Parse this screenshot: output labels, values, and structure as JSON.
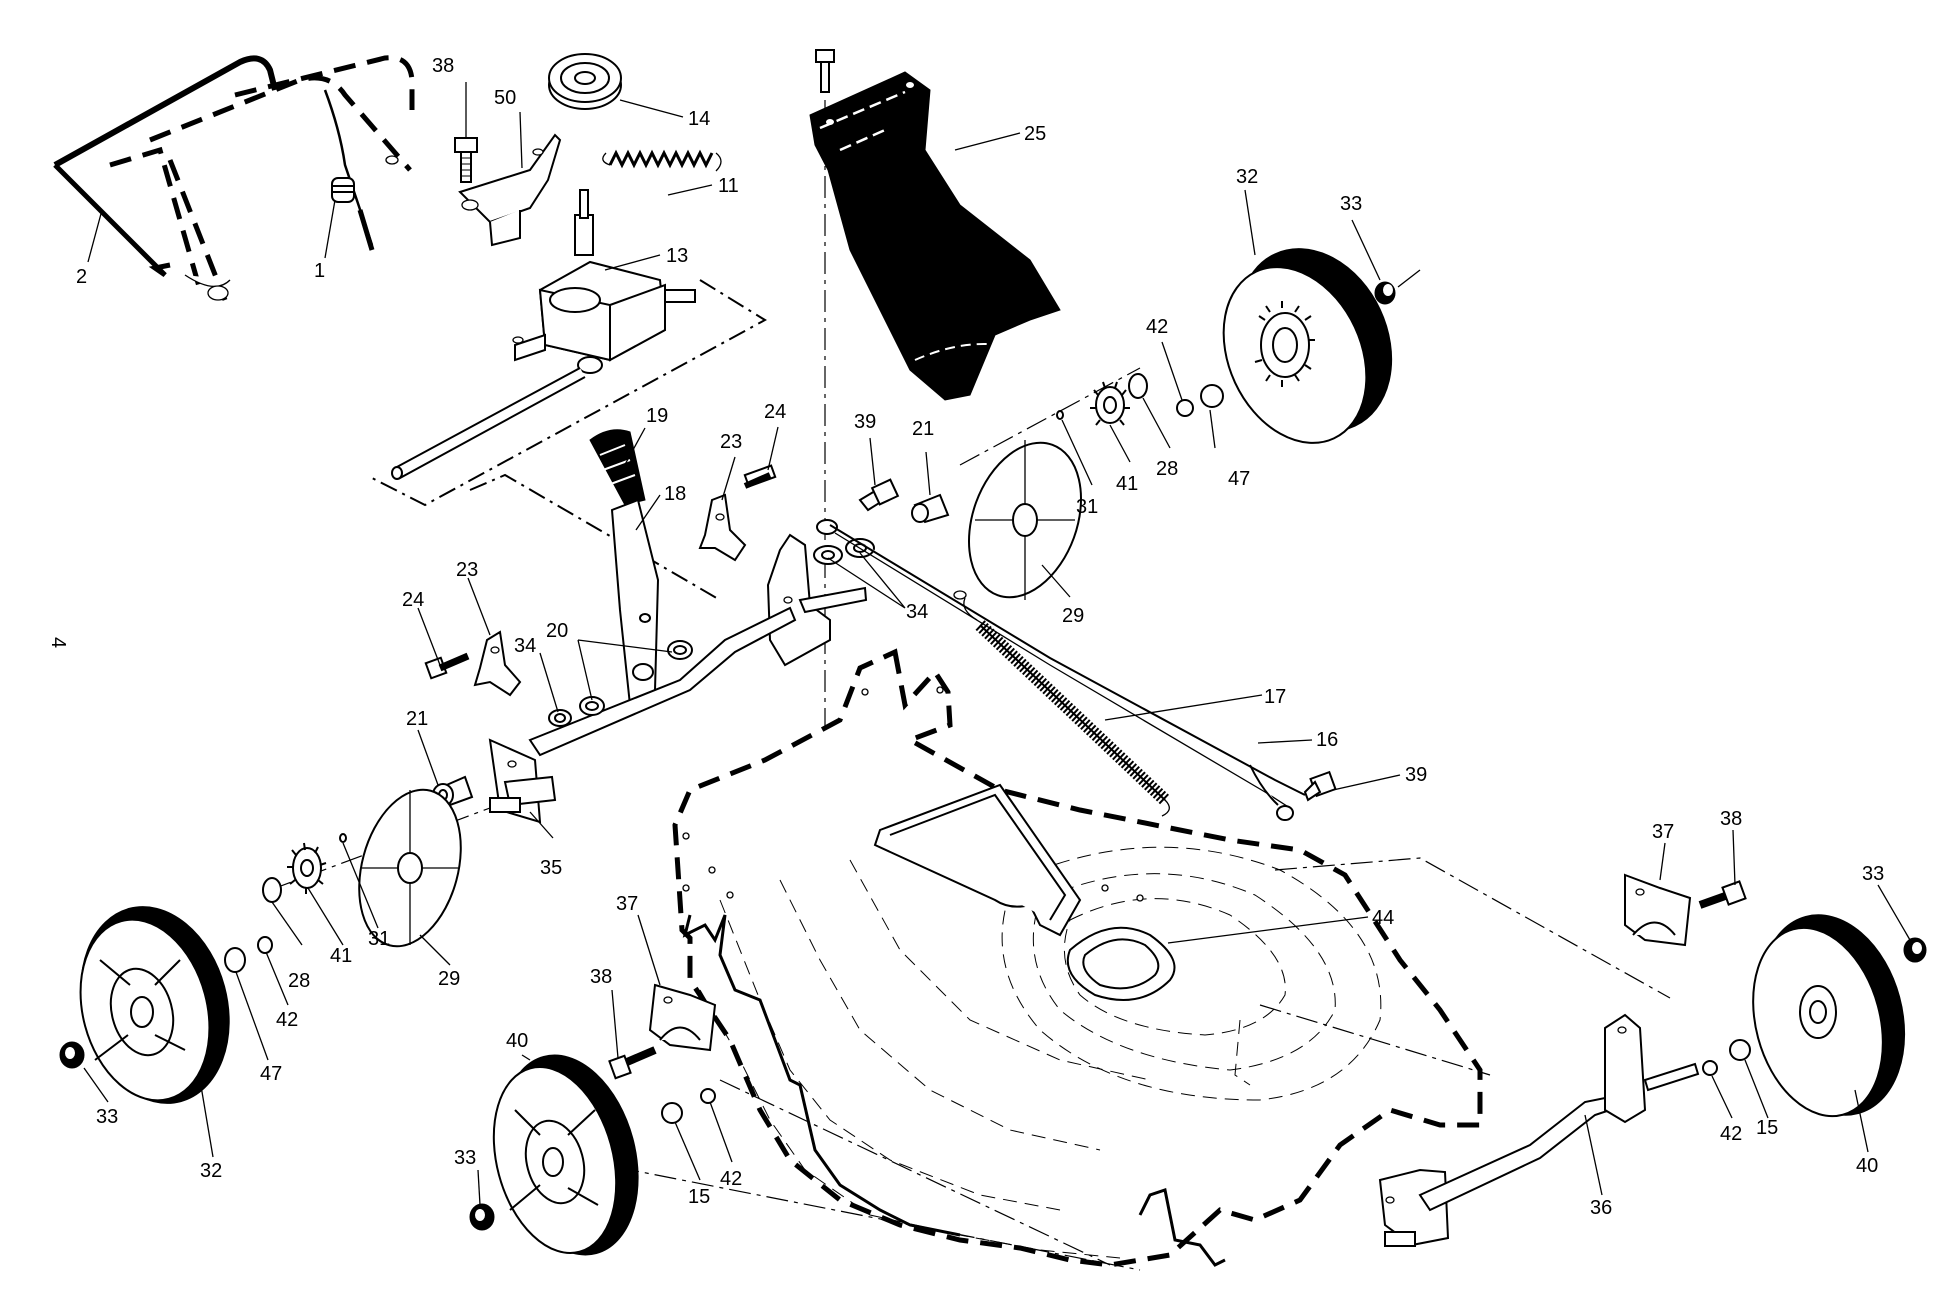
{
  "page_number": "4",
  "labels": [
    {
      "id": "p2",
      "text": "2"
    },
    {
      "id": "p1",
      "text": "1"
    },
    {
      "id": "p38a",
      "text": "38"
    },
    {
      "id": "p50",
      "text": "50"
    },
    {
      "id": "p14",
      "text": "14"
    },
    {
      "id": "p11",
      "text": "11"
    },
    {
      "id": "p13",
      "text": "13"
    },
    {
      "id": "p25",
      "text": "25"
    },
    {
      "id": "p32a",
      "text": "32"
    },
    {
      "id": "p33a",
      "text": "33"
    },
    {
      "id": "p42a",
      "text": "42"
    },
    {
      "id": "p47a",
      "text": "47"
    },
    {
      "id": "p28a",
      "text": "28"
    },
    {
      "id": "p41a",
      "text": "41"
    },
    {
      "id": "p31a",
      "text": "31"
    },
    {
      "id": "p29a",
      "text": "29"
    },
    {
      "id": "p21a",
      "text": "21"
    },
    {
      "id": "p39a",
      "text": "39"
    },
    {
      "id": "p24a",
      "text": "24"
    },
    {
      "id": "p23a",
      "text": "23"
    },
    {
      "id": "p19",
      "text": "19"
    },
    {
      "id": "p18",
      "text": "18"
    },
    {
      "id": "p34a",
      "text": "34"
    },
    {
      "id": "p24b",
      "text": "24"
    },
    {
      "id": "p23b",
      "text": "23"
    },
    {
      "id": "p34b",
      "text": "34"
    },
    {
      "id": "p20",
      "text": "20"
    },
    {
      "id": "p21b",
      "text": "21"
    },
    {
      "id": "p17",
      "text": "17"
    },
    {
      "id": "p16",
      "text": "16"
    },
    {
      "id": "p39b",
      "text": "39"
    },
    {
      "id": "p35",
      "text": "35"
    },
    {
      "id": "p28b",
      "text": "28"
    },
    {
      "id": "p41b",
      "text": "41"
    },
    {
      "id": "p31b",
      "text": "31"
    },
    {
      "id": "p29b",
      "text": "29"
    },
    {
      "id": "p42b",
      "text": "42"
    },
    {
      "id": "p47b",
      "text": "47"
    },
    {
      "id": "p33b",
      "text": "33"
    },
    {
      "id": "p32b",
      "text": "32"
    },
    {
      "id": "p37a",
      "text": "37"
    },
    {
      "id": "p38b",
      "text": "38"
    },
    {
      "id": "p40a",
      "text": "40"
    },
    {
      "id": "p33c",
      "text": "33"
    },
    {
      "id": "p15a",
      "text": "15"
    },
    {
      "id": "p42c",
      "text": "42"
    },
    {
      "id": "p44",
      "text": "44"
    },
    {
      "id": "p37b",
      "text": "37"
    },
    {
      "id": "p38c",
      "text": "38"
    },
    {
      "id": "p33d",
      "text": "33"
    },
    {
      "id": "p42d",
      "text": "42"
    },
    {
      "id": "p15b",
      "text": "15"
    },
    {
      "id": "p40b",
      "text": "40"
    },
    {
      "id": "p36",
      "text": "36"
    }
  ]
}
